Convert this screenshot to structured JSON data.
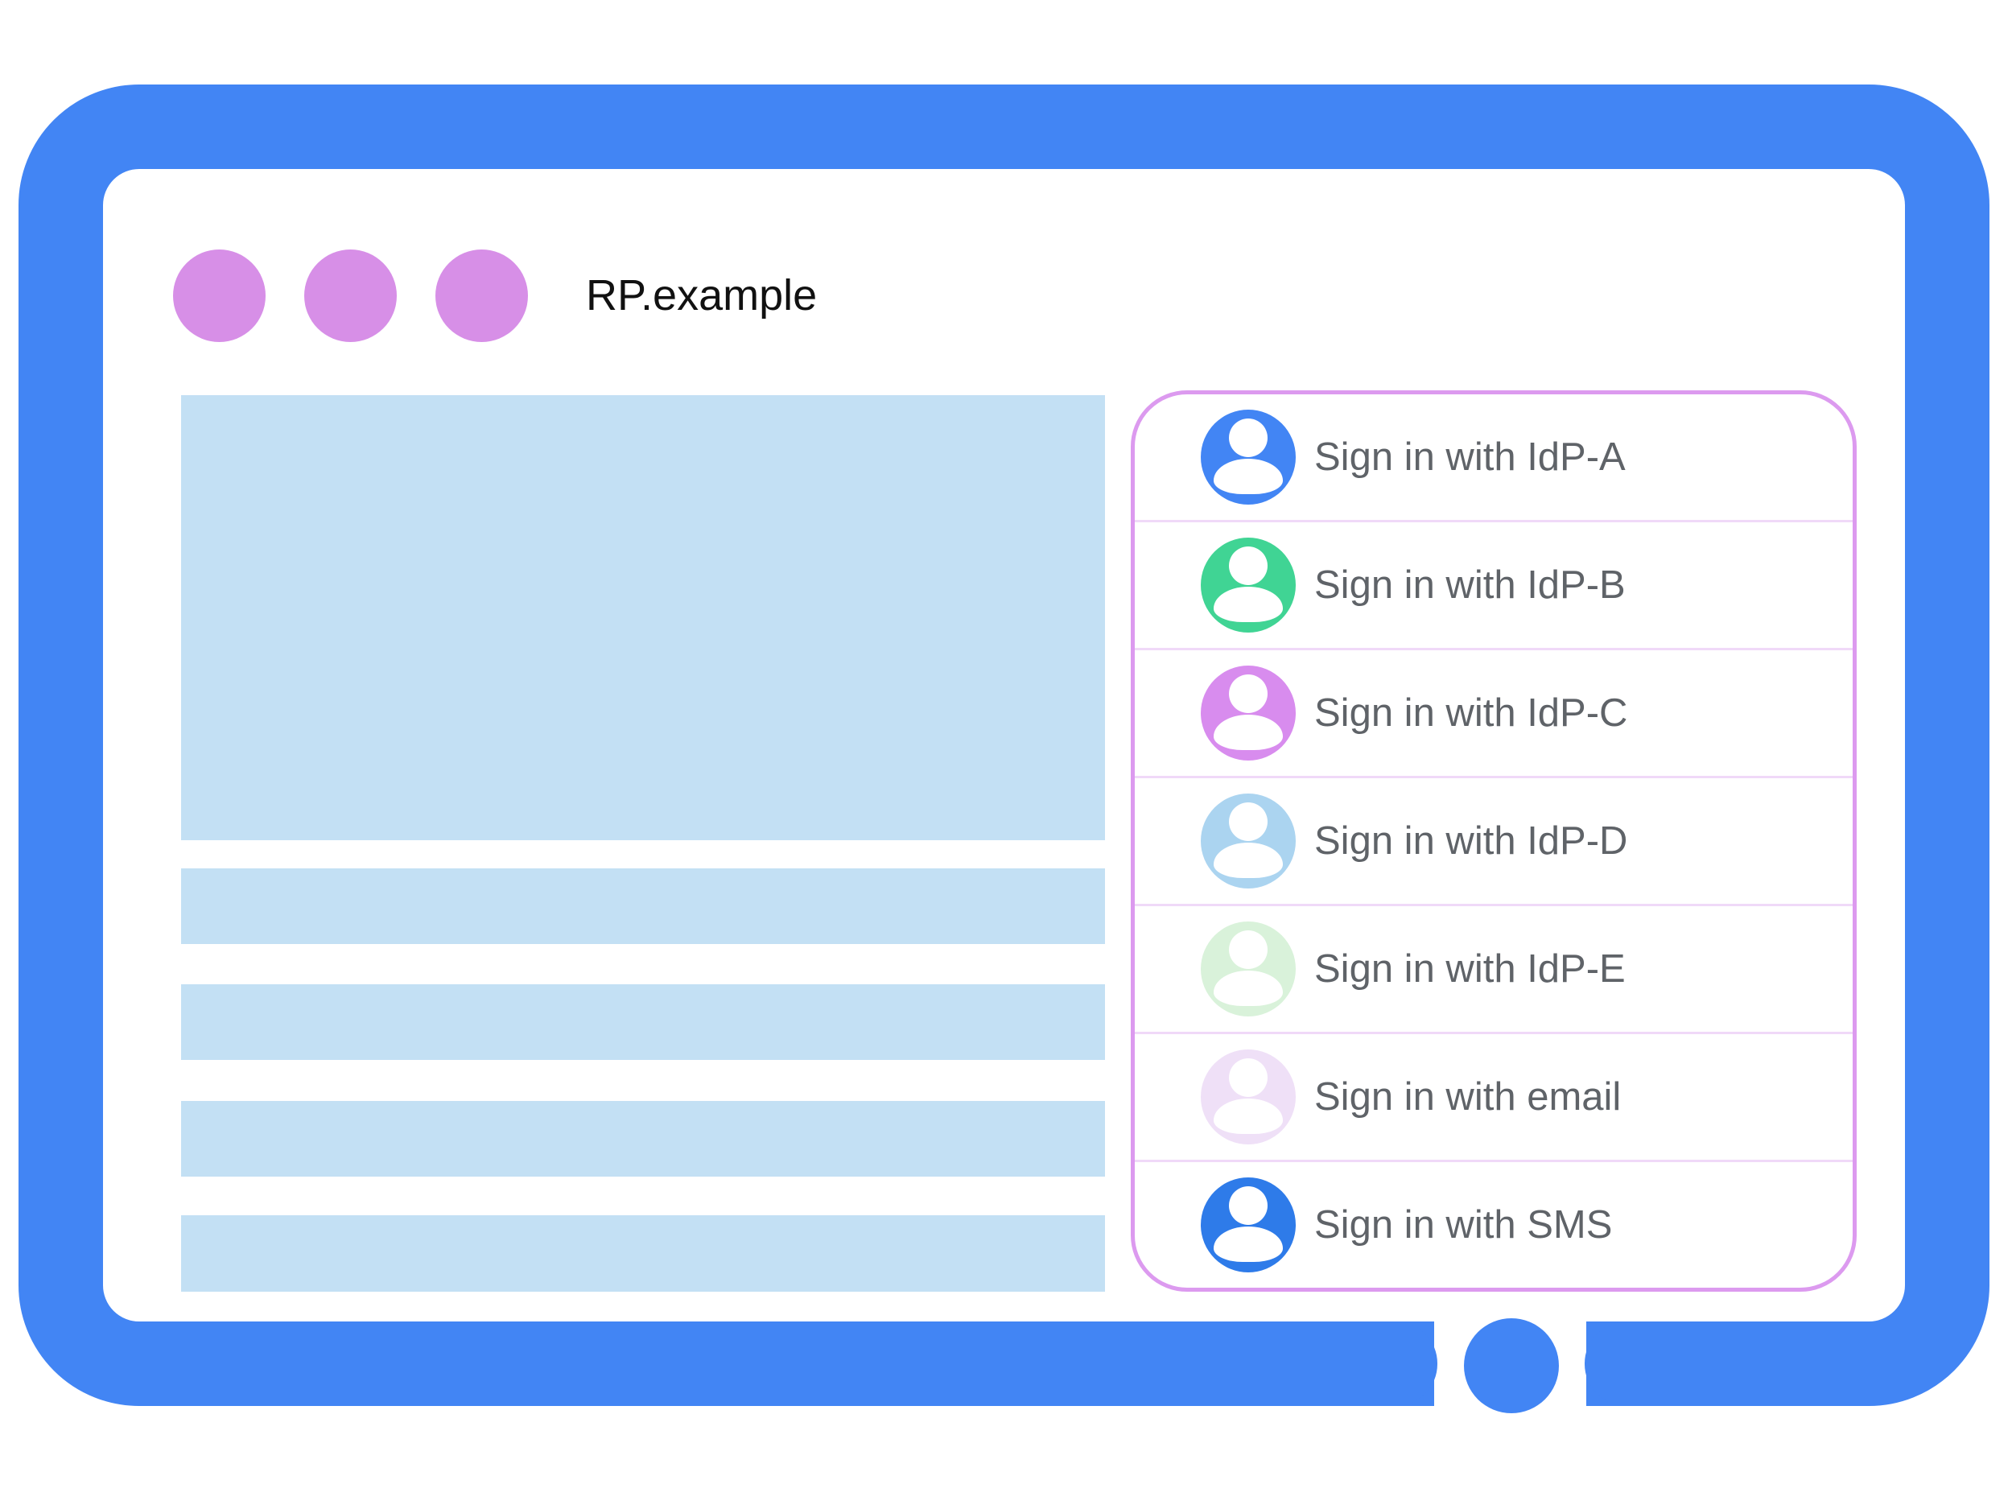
{
  "colors": {
    "frame_blue": "#4285F4",
    "placeholder_blue": "#C3E0F4",
    "window_dot_purple": "#D78FE7",
    "panel_border_purple": "#DC9AEF",
    "divider_pink": "#F0D9F8",
    "row_text_gray": "#5F6368",
    "title_text": "#111111"
  },
  "browser": {
    "title": "RP.example",
    "window_dot_count": 3
  },
  "content": {
    "hero_placeholder": "image-placeholder",
    "text_line_placeholders": 4
  },
  "panel": {
    "rows": [
      {
        "label": "Sign in with IdP-A",
        "avatar_color": "#4285F4"
      },
      {
        "label": "Sign in with IdP-B",
        "avatar_color": "#40D494"
      },
      {
        "label": "Sign in with IdP-C",
        "avatar_color": "#D88CEE"
      },
      {
        "label": "Sign in with IdP-D",
        "avatar_color": "#ABD4F0"
      },
      {
        "label": "Sign in with IdP-E",
        "avatar_color": "#D9F2DA"
      },
      {
        "label": "Sign in with email",
        "avatar_color": "#EFE0F7"
      },
      {
        "label": "Sign in with SMS",
        "avatar_color": "#2E7BE9"
      }
    ]
  }
}
